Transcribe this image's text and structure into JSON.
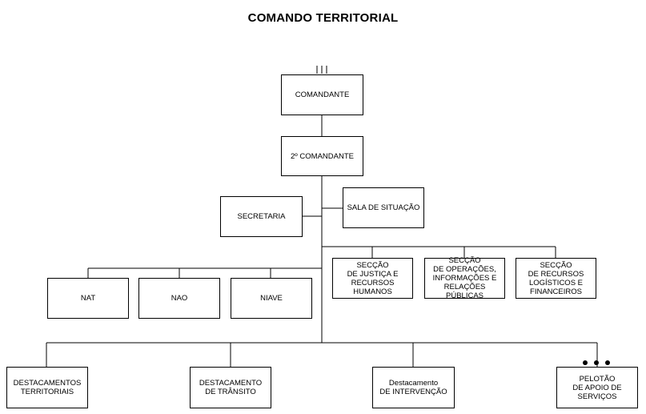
{
  "title": "COMANDO TERRITORIAL",
  "nodes": {
    "comandante": "COMANDANTE",
    "segundo_comandante": "2º COMANDANTE",
    "secretaria": "SECRETARIA",
    "sala_situacao": "SALA DE SITUAÇÃO",
    "nat": "NAT",
    "nao": "NAO",
    "niave": "NIAVE",
    "seccao_justica": "SECÇÃO\nDE JUSTIÇA E\nRECURSOS HUMANOS",
    "seccao_operacoes": "SECÇÃO\nDE OPERAÇÕES,\nINFORMAÇÕES E\nRELAÇÕES PÚBLICAS",
    "seccao_recursos": "SECÇÃO\nDE RECURSOS\nLOGÍSTICOS E\nFINANCEIROS",
    "destacamentos_territoriais": "DESTACAMENTOS\nTERRITORIAIS",
    "destacamento_transito": "DESTACAMENTO\nDE TRÂNSITO",
    "destacamento_intervencao": "Destacamento\nDE INTERVENÇÃO",
    "pelotao_apoio": "PELOTÃO\nDE APOIO DE\nSERVIÇOS"
  },
  "rank_insignia": {
    "comandante_bars": 3,
    "pelotao_dots": 3
  }
}
